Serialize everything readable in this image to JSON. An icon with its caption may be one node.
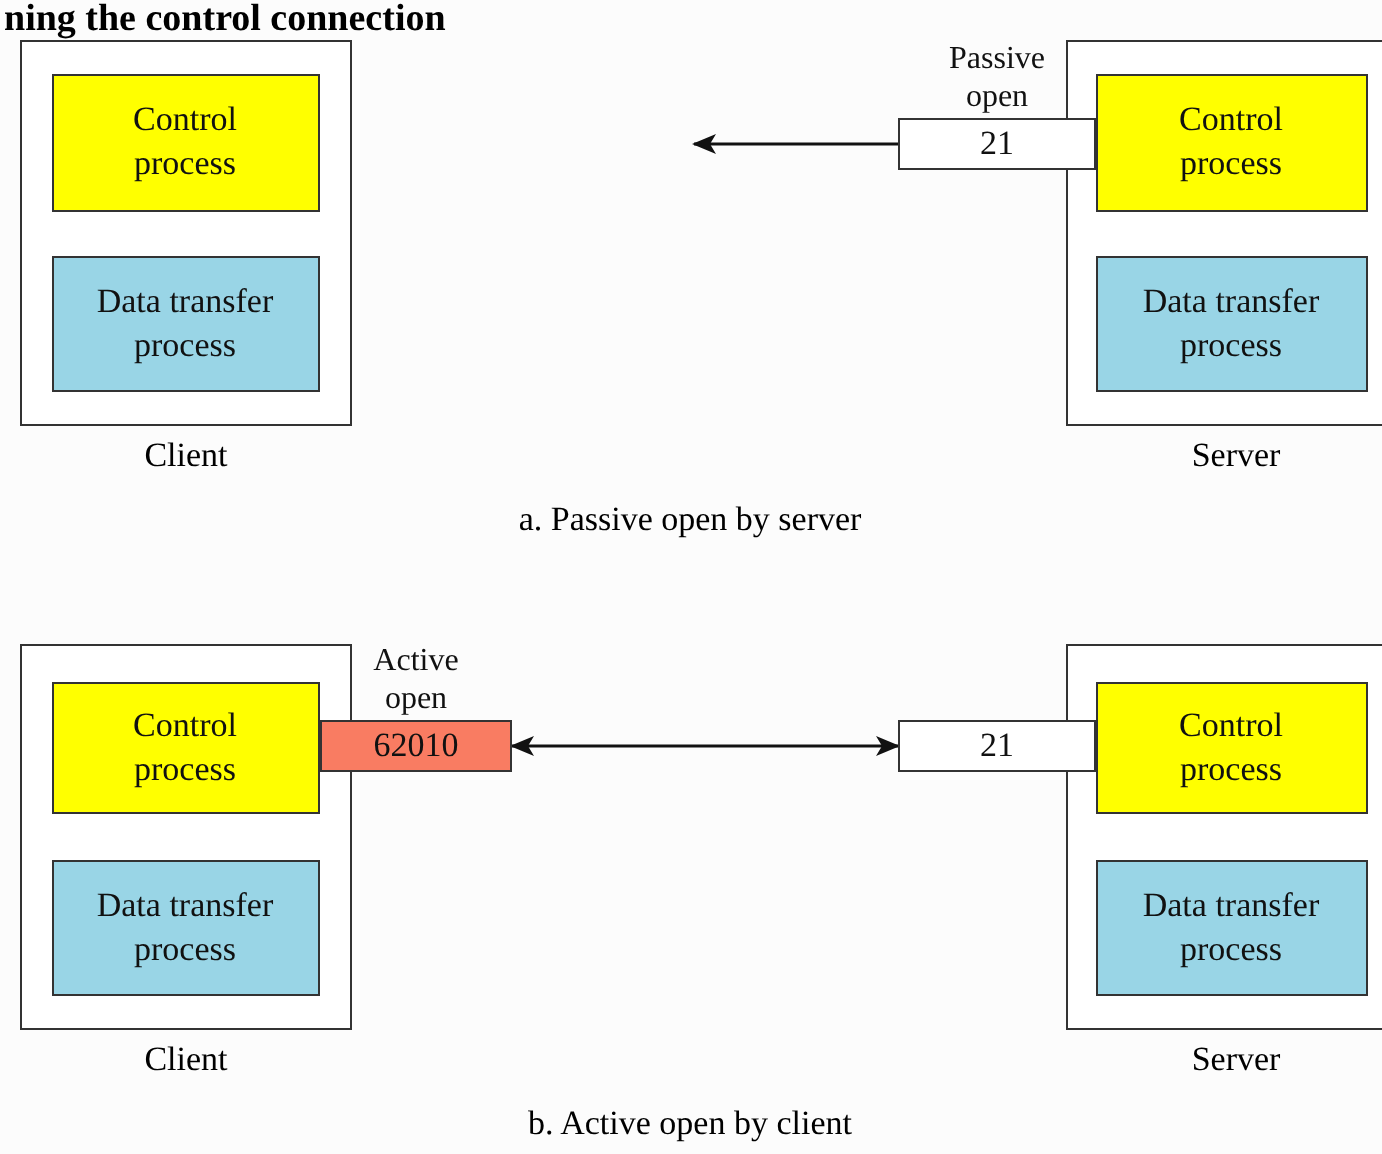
{
  "diagram": {
    "title": "ning the control connection",
    "nodes": [
      {
        "text": [
          "Client"
        ]
      },
      {
        "text": [
          "Control process"
        ],
        "in": 0
      },
      {
        "text": [
          "Data transfer process"
        ],
        "in": 0
      },
      {
        "text": [
          "Server"
        ]
      },
      {
        "text": [
          "21"
        ],
        "beside": [
          "Passive open"
        ]
      },
      {
        "text": [
          "Control process"
        ],
        "in": 3
      },
      {
        "text": [
          "Data transfer process"
        ],
        "in": 3
      },
      {
        "text": [
          "Client"
        ]
      },
      {
        "text": [
          "Control process"
        ],
        "in": 7
      },
      {
        "text": [
          "Data transfer process"
        ],
        "in": 7
      },
      {
        "text": [
          "62010"
        ],
        "beside": [
          "Active open"
        ]
      },
      {
        "text": [
          "Server"
        ]
      },
      {
        "text": [
          "21"
        ]
      },
      {
        "text": [
          "Control process"
        ],
        "in": 11
      },
      {
        "text": [
          "Data transfer process"
        ],
        "in": 11
      }
    ],
    "edges": [
      {
        "from": 4,
        "to": null,
        "arrow": "to"
      },
      {
        "from": 10,
        "to": 12,
        "arrow": "both"
      }
    ],
    "labels": [
      "a. Passive open by server",
      "b. Active open by client"
    ]
  }
}
